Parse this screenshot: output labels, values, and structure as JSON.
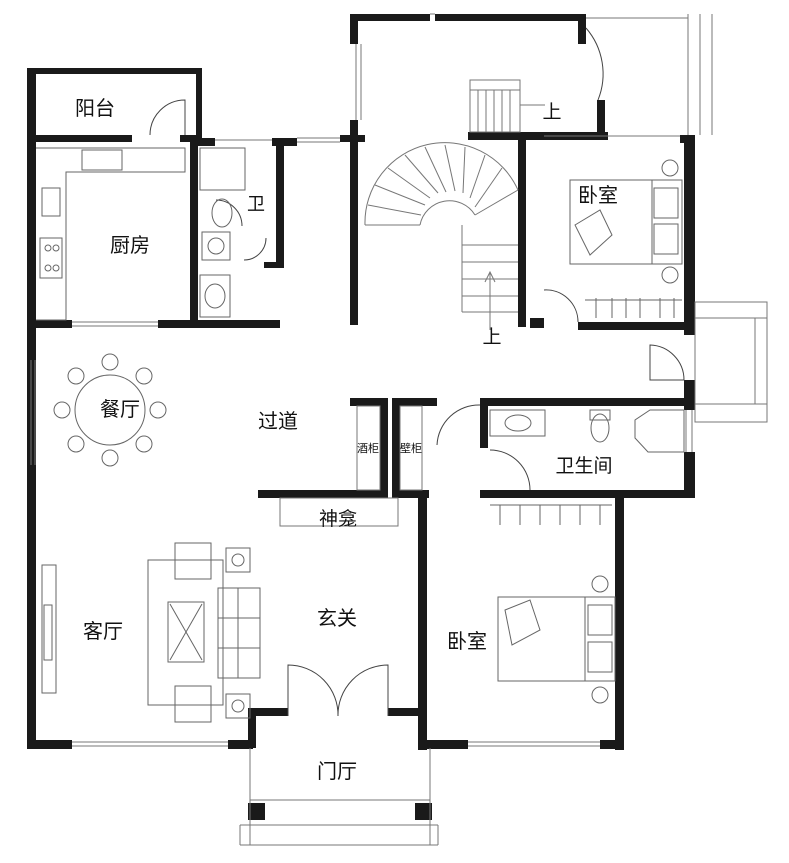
{
  "rooms": {
    "balcony": "阳台",
    "kitchen": "厨房",
    "toilet": "卫",
    "dining": "餐厅",
    "corridor": "过道",
    "bedroom_ne": "卧室",
    "bathroom": "卫生间",
    "wine_cabinet": "酒柜",
    "wall_cabinet": "壁柜",
    "shrine": "神龛",
    "living": "客厅",
    "foyer": "玄关",
    "bedroom_se": "卧室",
    "entrance_hall": "门厅"
  },
  "stairs": {
    "up_top": "上",
    "up_bottom": "上"
  },
  "colors": {
    "wall": "#1a1a1a",
    "line": "#777777",
    "background": "#ffffff"
  }
}
